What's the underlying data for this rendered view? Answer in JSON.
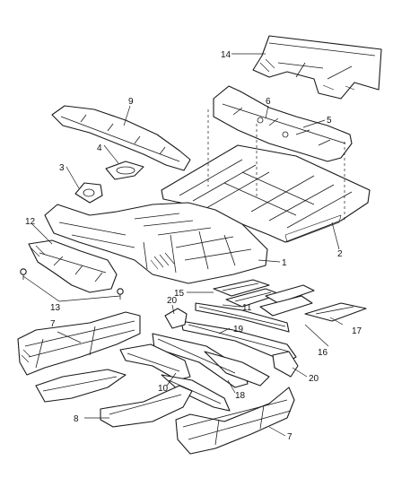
{
  "callouts": {
    "c1": "1",
    "c2": "2",
    "c3": "3",
    "c4": "4",
    "c5": "5",
    "c6": "6",
    "c7a": "7",
    "c7b": "7",
    "c8": "8",
    "c9": "9",
    "c10": "10",
    "c11": "11",
    "c12": "12",
    "c13": "13",
    "c14": "14",
    "c15": "15",
    "c16": "16",
    "c17": "17",
    "c18": "18",
    "c19": "19",
    "c20a": "20",
    "c20b": "20"
  },
  "colors": {
    "line": "#1a1a1a",
    "background": "#ffffff"
  }
}
